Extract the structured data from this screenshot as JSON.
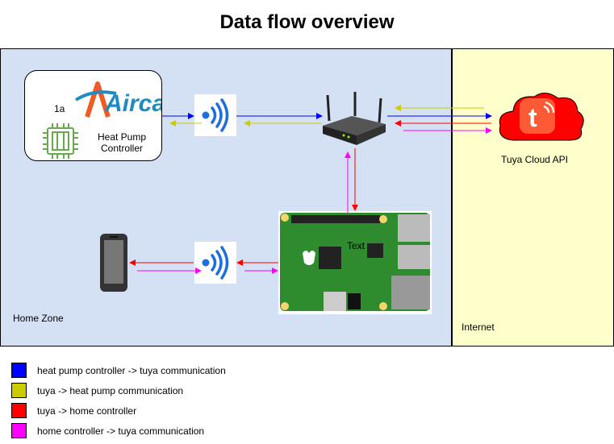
{
  "title": "Data flow overview",
  "zones": {
    "home": "Home Zone",
    "internet": "Internet"
  },
  "controller": {
    "id": "1a",
    "logo_text": "Aircal",
    "name_line1": "Heat Pump",
    "name_line2": "Controller"
  },
  "cloud": {
    "label": "Tuya Cloud API",
    "icon": "tuya-logo-icon",
    "logo_letter": "t"
  },
  "pi_overlay_text": "Text",
  "icons": [
    "chip-icon",
    "wifi-icon",
    "router-icon",
    "raspberry-pi-board-icon",
    "smartphone-icon",
    "cloud-icon"
  ],
  "colors": {
    "blue": "#0000ff",
    "yellow": "#cccc00",
    "red": "#ff0000",
    "magenta": "#ff00ff",
    "home_zone": "#d4e1f5",
    "internet_zone": "#ffffcc",
    "cloud": "#ff0000",
    "aircal_blue": "#1e8bc3",
    "aircal_orange": "#f05a24"
  },
  "legend": [
    {
      "color": "#0000ff",
      "text": "heat pump controller -> tuya communication"
    },
    {
      "color": "#cccc00",
      "text": "tuya -> heat pump communication"
    },
    {
      "color": "#ff0000",
      "text": "tuya -> home controller"
    },
    {
      "color": "#ff00ff",
      "text": "home controller -> tuya communication"
    }
  ]
}
